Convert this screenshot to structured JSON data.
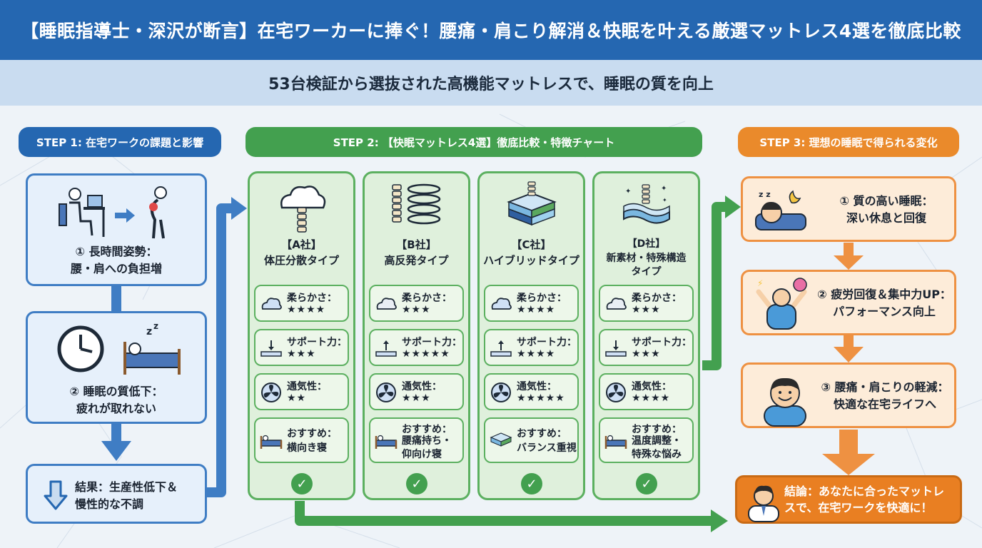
{
  "header": {
    "title": "【睡眠指導士・深沢が断言】在宅ワーカーに捧ぐ！腰痛・肩こり解消＆快眠を叶える厳選マットレス4選を徹底比較",
    "subtitle": "53台検証から選抜された高機能マットレスで、睡眠の質を向上"
  },
  "step1": {
    "label": "STEP 1: 在宅ワークの課題と影響",
    "cards": [
      {
        "text": "① 長時間姿勢：\n腰・肩への負担増"
      },
      {
        "text": "② 睡眠の質低下：\n疲れが取れない"
      },
      {
        "text": "結果：生産性低下＆\n慢性的な不調"
      }
    ]
  },
  "step2": {
    "label": "STEP 2: 【快眠マットレス4選】徹底比較・特徴チャート",
    "columns": [
      {
        "title": "【A社】\n体圧分散タイプ",
        "attrs": [
          {
            "label": "柔らかさ：",
            "value": "★★★★"
          },
          {
            "label": "サポート力：",
            "value": "★★★"
          },
          {
            "label": "通気性：",
            "value": "★★"
          },
          {
            "label": "おすすめ：",
            "value": "横向き寝"
          }
        ],
        "check": "✓"
      },
      {
        "title": "【B社】\n高反発タイプ",
        "attrs": [
          {
            "label": "柔らかさ：",
            "value": "★★★"
          },
          {
            "label": "サポート力：",
            "value": "★★★★★"
          },
          {
            "label": "通気性：",
            "value": "★★★"
          },
          {
            "label": "おすすめ：",
            "value": "腰痛持ち・\n仰向け寝"
          }
        ],
        "check": "✓"
      },
      {
        "title": "【C社】\nハイブリッドタイプ",
        "attrs": [
          {
            "label": "柔らかさ：",
            "value": "★★★★"
          },
          {
            "label": "サポート力：",
            "value": "★★★★"
          },
          {
            "label": "通気性：",
            "value": "★★★★★"
          },
          {
            "label": "おすすめ：",
            "value": "バランス重視"
          }
        ],
        "check": "✓"
      },
      {
        "title": "【D社】\n新素材・特殊構造\nタイプ",
        "attrs": [
          {
            "label": "柔らかさ：",
            "value": "★★★"
          },
          {
            "label": "サポート力：",
            "value": "★★★"
          },
          {
            "label": "通気性：",
            "value": "★★★★"
          },
          {
            "label": "おすすめ：",
            "value": "温度調整・\n特殊な悩み"
          }
        ],
        "check": "✓"
      }
    ]
  },
  "step3": {
    "label": "STEP 3: 理想の睡眠で得られる変化",
    "cards": [
      {
        "text": "① 質の高い睡眠：\n深い休息と回復"
      },
      {
        "text": "② 疲労回復＆集中力UP：\nパフォーマンス向上"
      },
      {
        "text": "③ 腰痛・肩こりの軽減：\n快適な在宅ライフへ"
      }
    ],
    "conclusion": "結論：あなたに合ったマットレ\nスで、在宅ワークを快適に！"
  },
  "icons": {
    "step1": [
      "desk-worker-back-pain-icon",
      "clock-and-sleeper-icon",
      "down-arrow-icon"
    ],
    "columns": [
      "cloud-spine-icon",
      "spring-coil-spine-icon",
      "layered-mattress-icon",
      "sparkle-wave-mattress-icon"
    ],
    "attrs": [
      "cloud-icon",
      "support-arrow-icon",
      "fan-icon",
      "bed-icon"
    ],
    "step3": [
      "sleeping-face-icon",
      "stretching-person-icon",
      "happy-face-icon",
      "doctor-icon"
    ]
  },
  "colors": {
    "blue": "#2567b1",
    "light_blue": "#c9dcf0",
    "green": "#43a04f",
    "light_green": "#dff0dc",
    "orange": "#ea8a2b",
    "light_orange": "#fdecd9"
  }
}
